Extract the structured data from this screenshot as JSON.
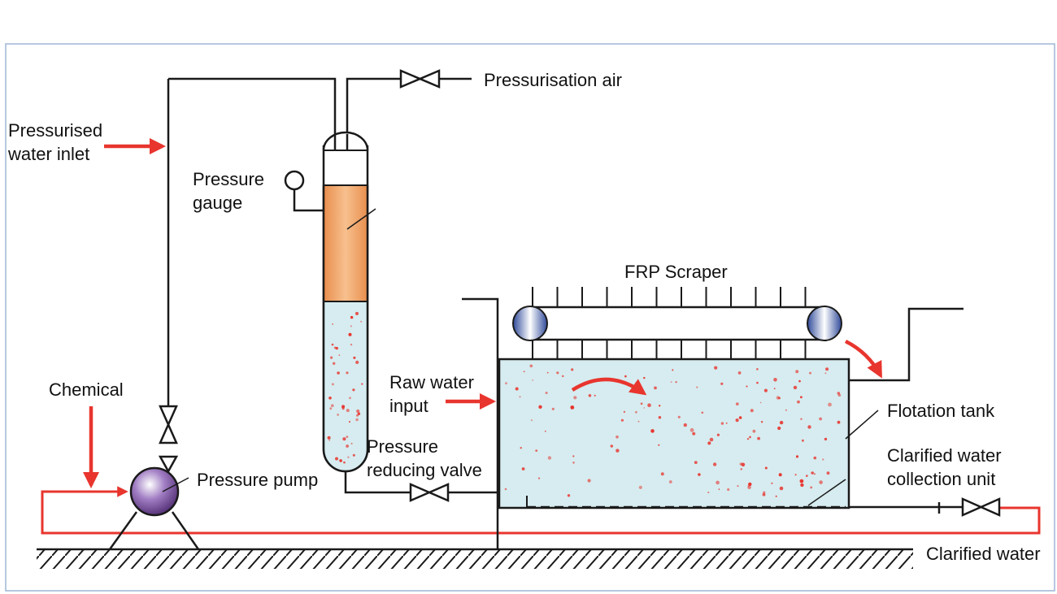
{
  "labels": {
    "pressurisation_air": "Pressurisation air",
    "pressurised_water_inlet_l1": "Pressurised",
    "pressurised_water_inlet_l2": "water inlet",
    "pressure_gauge_l1": "Pressure",
    "pressure_gauge_l2": "gauge",
    "frp_scraper": "FRP Scraper",
    "raw_water_input_l1": "Raw water",
    "raw_water_input_l2": "input",
    "chemical": "Chemical",
    "pressure_reducing_valve_l1": "Pressure",
    "pressure_reducing_valve_l2": "reducing valve",
    "pressure_pump": "Pressure pump",
    "flotation_tank": "Flotation tank",
    "clarified_water_collection_l1": "Clarified water",
    "clarified_water_collection_l2": "collection unit",
    "clarified_water": "Clarified water"
  },
  "colors": {
    "frame_border": "#9fb6d6",
    "pipe": "#1a1a1a",
    "flow_arrow": "#e8352e",
    "tank_water": "#d6ecf0",
    "air_phase": "#f0a060",
    "bubbles": "#e8352e",
    "pump": "#7a4f9a",
    "roller": "#4a6bb5"
  }
}
